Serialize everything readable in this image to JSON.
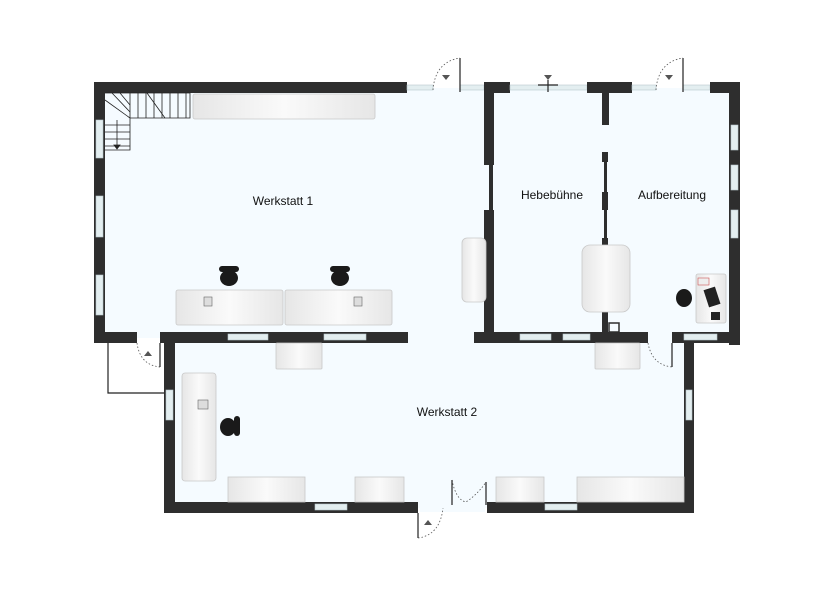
{
  "plan": {
    "rooms": [
      {
        "id": "werkstatt-1",
        "label": "Werkstatt 1"
      },
      {
        "id": "hebebuehne",
        "label": "Hebebühne"
      },
      {
        "id": "aufbereitung",
        "label": "Aufbereitung"
      },
      {
        "id": "werkstatt-2",
        "label": "Werkstatt 2"
      }
    ],
    "colors": {
      "wall": "#2e2e2e",
      "floor": "#f5fbff",
      "window": "#e3eef0",
      "furniture": "#eeeeee"
    }
  }
}
